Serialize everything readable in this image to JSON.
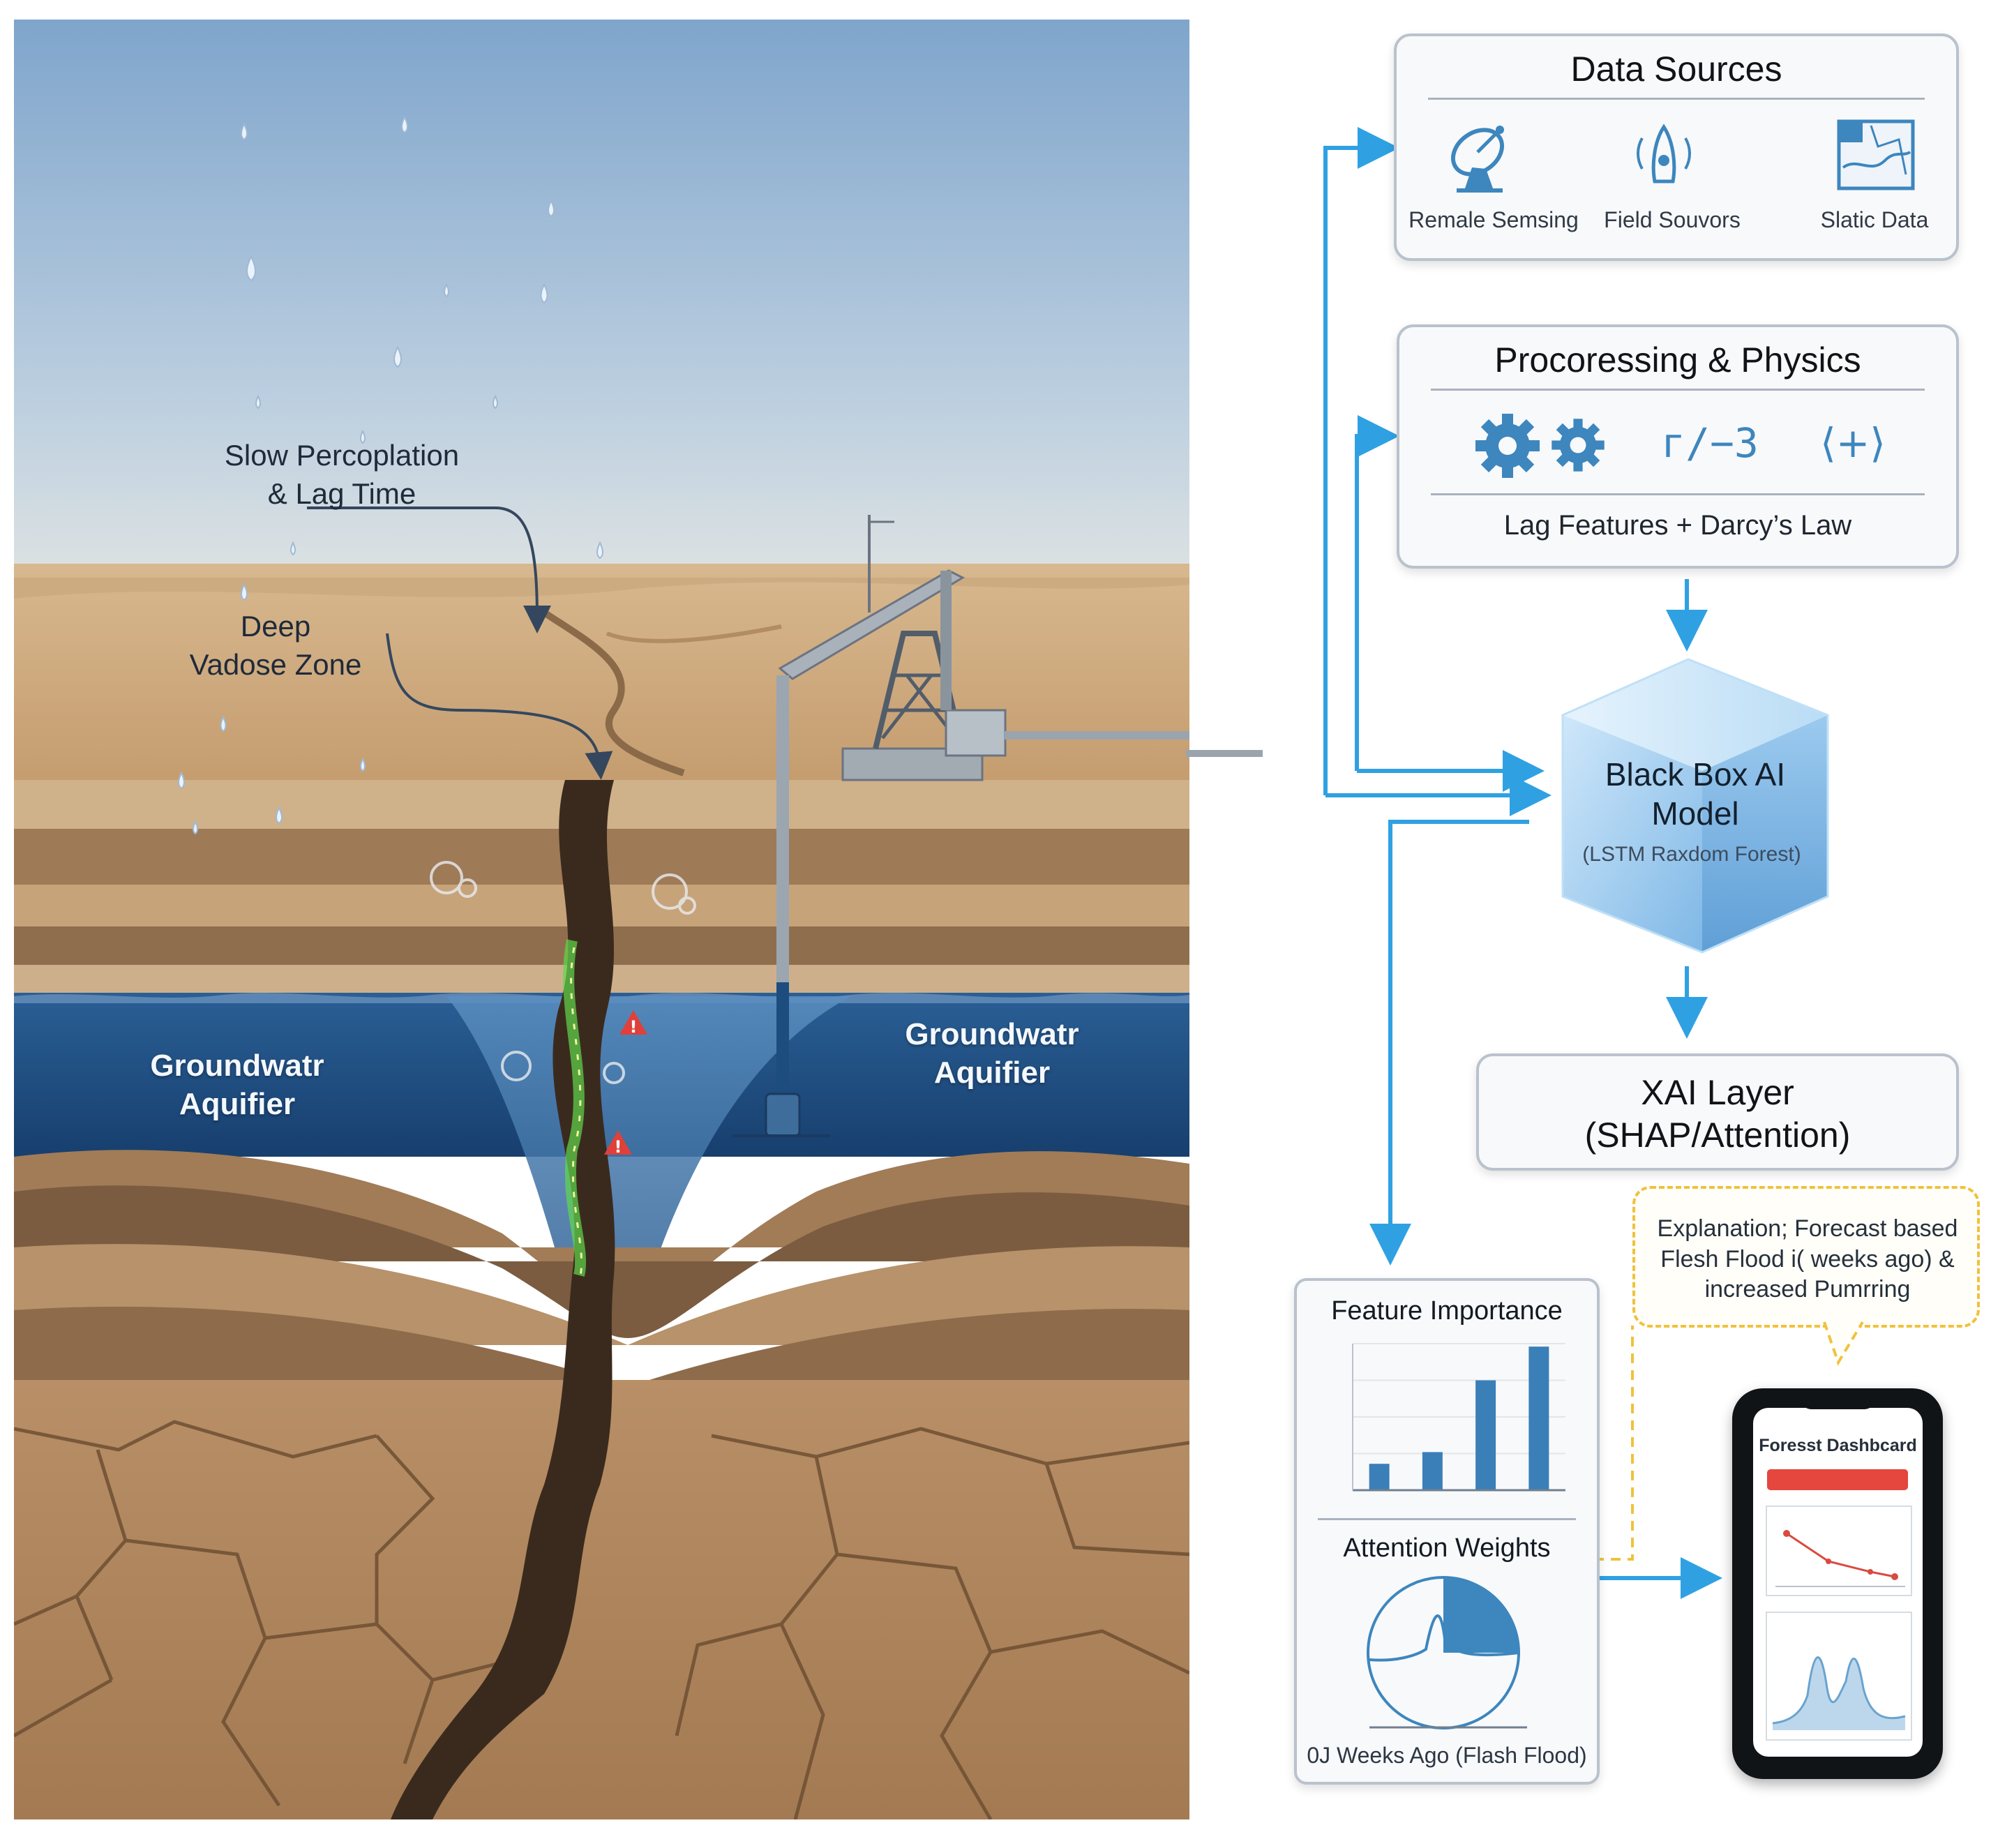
{
  "scene": {
    "labels": {
      "percolation": [
        "Slow Percoplation",
        "& Lag Time"
      ],
      "vadose": [
        "Deep",
        "Vadose Zone"
      ],
      "aquifer_left": [
        "Groundwatr",
        "Aquifier"
      ],
      "aquifer_right": [
        "Groundwatr",
        "Aquifier"
      ]
    }
  },
  "data_sources": {
    "title": "Data Sources",
    "items": [
      {
        "label": "Remale Semsing",
        "icon": "satellite-dish-icon"
      },
      {
        "label": "Field Souvors",
        "icon": "sensor-icon"
      },
      {
        "label": "Slatic Data",
        "icon": "map-icon"
      }
    ]
  },
  "processing": {
    "title": "Procoressing & Physics",
    "formula_text": "г/−3",
    "bracket_text": "⟨+⟩",
    "caption": "Lag Features + Darcy’s Law"
  },
  "model": {
    "title_lines": [
      "Black Box AI",
      "Model"
    ],
    "subtitle": "(LSTM Raxdom Forest)"
  },
  "xai": {
    "title_lines": [
      "XAI Layer",
      "(SHAP/Attention)"
    ]
  },
  "callout": {
    "lines": [
      "Explanation; Forecast based",
      "Flesh Flood i( weeks ago) &",
      "increased Pumrring"
    ]
  },
  "explain_panel": {
    "feature_title": "Feature Importance",
    "attention_title": "Attention Weights",
    "caption": "0J Weeks Ago (Flash Flood)",
    "chart_data": {
      "type": "bar",
      "categories": [
        "",
        "",
        "",
        ""
      ],
      "values": [
        18,
        26,
        75,
        98
      ],
      "ylim": [
        0,
        100
      ],
      "color": "#3b7fb8"
    }
  },
  "phone": {
    "title": "Foresst Dashbcard"
  },
  "colors": {
    "arrow": "#2fa1e3",
    "box_border": "#b9c2cd",
    "callout_border": "#f0c23c",
    "icon_blue": "#3d86be",
    "aquifer": "#1f4f86"
  }
}
